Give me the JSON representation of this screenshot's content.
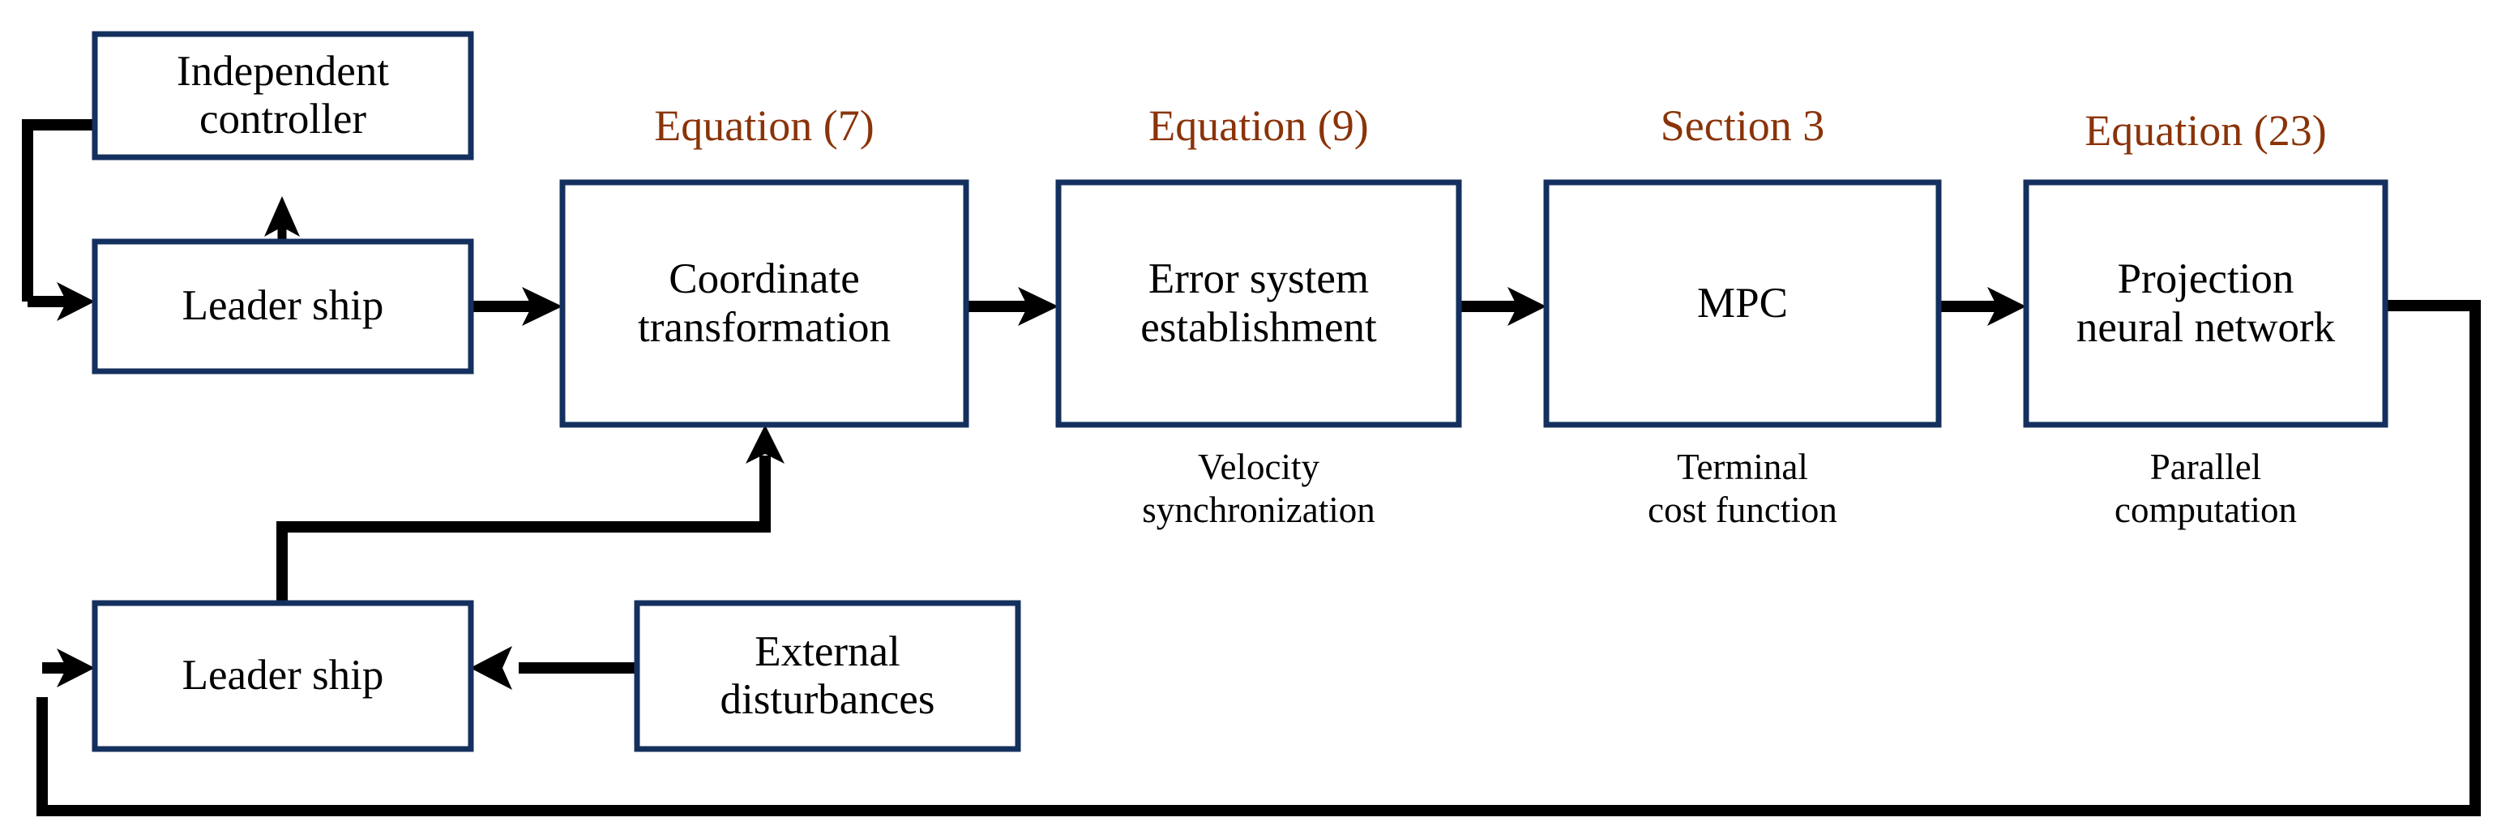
{
  "diagram": {
    "title": "Control architecture block diagram",
    "colors": {
      "box_border": "#14305e",
      "section_label": "#8a3309",
      "wire": "#000000",
      "background": "#ffffff"
    },
    "boxes": [
      {
        "id": "independent-controller",
        "line1": "Independent",
        "line2": "controller"
      },
      {
        "id": "leader-ship-top",
        "line1": "Leader ship",
        "line2": ""
      },
      {
        "id": "coordinate-transformation",
        "line1": "Coordinate",
        "line2": "transformation"
      },
      {
        "id": "error-system-establishment",
        "line1": "Error system",
        "line2": "establishment"
      },
      {
        "id": "mpc",
        "line1": "MPC",
        "line2": ""
      },
      {
        "id": "projection-neural-network",
        "line1": "Projection",
        "line2": "neural network"
      },
      {
        "id": "leader-ship-bottom",
        "line1": "Leader ship",
        "line2": ""
      },
      {
        "id": "external-disturbances",
        "line1": "External",
        "line2": "disturbances"
      }
    ],
    "section_labels": [
      {
        "id": "label-equation-7",
        "text": "Equation (7)"
      },
      {
        "id": "label-equation-9",
        "text": "Equation (9)"
      },
      {
        "id": "label-section-3",
        "text": "Section 3"
      },
      {
        "id": "label-equation-23",
        "text": "Equation (23)"
      }
    ],
    "captions": [
      {
        "id": "caption-velocity",
        "line1": "Velocity",
        "line2": "synchronization"
      },
      {
        "id": "caption-terminal",
        "line1": "Terminal",
        "line2": "cost function"
      },
      {
        "id": "caption-parallel",
        "line1": "Parallel",
        "line2": "computation"
      }
    ]
  }
}
